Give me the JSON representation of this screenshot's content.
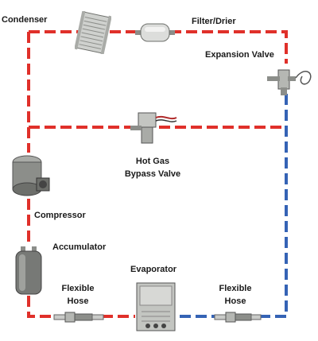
{
  "colors": {
    "high_side": "#e0302a",
    "low_side": "#3563b5",
    "component_metal": "#c9cbc8",
    "component_shadow": "#6d6f6b"
  },
  "labels": {
    "condenser": "Condenser",
    "filter_drier": "Filter/Drier",
    "expansion_valve": "Expansion Valve",
    "hot_gas_line1": "Hot Gas",
    "hot_gas_line2": "Bypass Valve",
    "compressor": "Compressor",
    "accumulator": "Accumulator",
    "evaporator": "Evaporator",
    "flex_hose_left_line1": "Flexible",
    "flex_hose_left_line2": "Hose",
    "flex_hose_right_line1": "Flexible",
    "flex_hose_right_line2": "Hose"
  },
  "components": [
    {
      "id": "condenser",
      "icon": "condenser-coil-icon"
    },
    {
      "id": "filter_drier",
      "icon": "filter-drier-canister-icon"
    },
    {
      "id": "expansion_valve",
      "icon": "expansion-valve-icon"
    },
    {
      "id": "hot_gas_bypass_valve",
      "icon": "bypass-valve-icon"
    },
    {
      "id": "compressor",
      "icon": "compressor-icon"
    },
    {
      "id": "accumulator",
      "icon": "accumulator-canister-icon"
    },
    {
      "id": "flexible_hose_left",
      "icon": "hose-fitting-icon"
    },
    {
      "id": "evaporator",
      "icon": "evaporator-core-icon"
    },
    {
      "id": "flexible_hose_right",
      "icon": "hose-fitting-icon"
    }
  ]
}
